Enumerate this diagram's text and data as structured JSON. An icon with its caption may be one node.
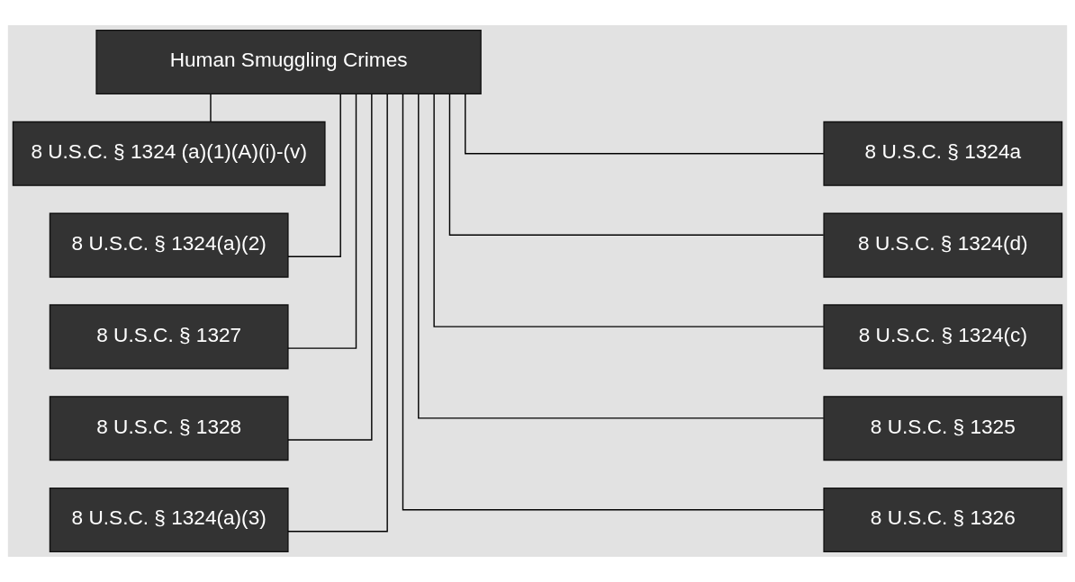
{
  "diagram": {
    "nodes": [
      {
        "text": [
          "Human Smuggling Crimes"
        ]
      },
      {
        "text": [
          "8 U.S.C. § 1324 (a)(1)(A)(i)-(v)"
        ]
      },
      {
        "text": [
          "8 U.S.C. § 1324(a)(2)"
        ]
      },
      {
        "text": [
          "8 U.S.C. § 1327"
        ]
      },
      {
        "text": [
          "8 U.S.C. § 1328"
        ]
      },
      {
        "text": [
          "8 U.S.C. § 1324(a)(3)"
        ]
      },
      {
        "text": [
          "8 U.S.C. § 1324a"
        ]
      },
      {
        "text": [
          "8 U.S.C. § 1324(d)"
        ]
      },
      {
        "text": [
          "8 U.S.C. § 1324(c)"
        ]
      },
      {
        "text": [
          "8 U.S.C. § 1325"
        ]
      },
      {
        "text": [
          "8 U.S.C. § 1326"
        ]
      }
    ],
    "edges": [
      {
        "from": 0,
        "to": 1,
        "arrow": "none"
      },
      {
        "from": 0,
        "to": 2,
        "arrow": "none"
      },
      {
        "from": 0,
        "to": 3,
        "arrow": "none"
      },
      {
        "from": 0,
        "to": 4,
        "arrow": "none"
      },
      {
        "from": 0,
        "to": 5,
        "arrow": "none"
      },
      {
        "from": 0,
        "to": 6,
        "arrow": "none"
      },
      {
        "from": 0,
        "to": 7,
        "arrow": "none"
      },
      {
        "from": 0,
        "to": 8,
        "arrow": "none"
      },
      {
        "from": 0,
        "to": 9,
        "arrow": "none"
      },
      {
        "from": 0,
        "to": 10,
        "arrow": "none"
      }
    ]
  }
}
